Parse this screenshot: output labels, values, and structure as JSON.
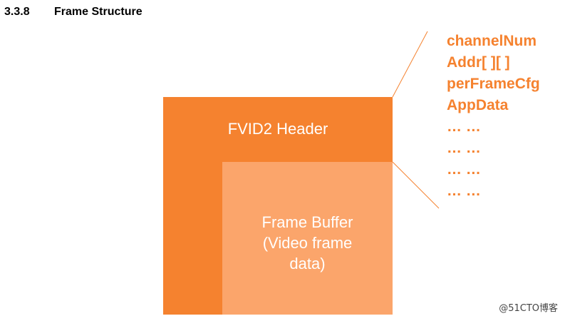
{
  "section": {
    "number": "3.3.8",
    "title": "Frame Structure"
  },
  "diagram": {
    "header_label": "FVID2 Header",
    "buffer_label_lines": [
      "Frame Buffer",
      "(Video frame",
      "data)"
    ],
    "fields": [
      "channelNum",
      "Addr[ ][ ]",
      "perFrameCfg",
      "AppData",
      "… …",
      "… …",
      "… …",
      "… …"
    ],
    "colors": {
      "accent": "#f5822f",
      "buffer_fill": "#fba56b",
      "label_text": "#ffffff"
    }
  },
  "watermark": "@51CTO博客"
}
